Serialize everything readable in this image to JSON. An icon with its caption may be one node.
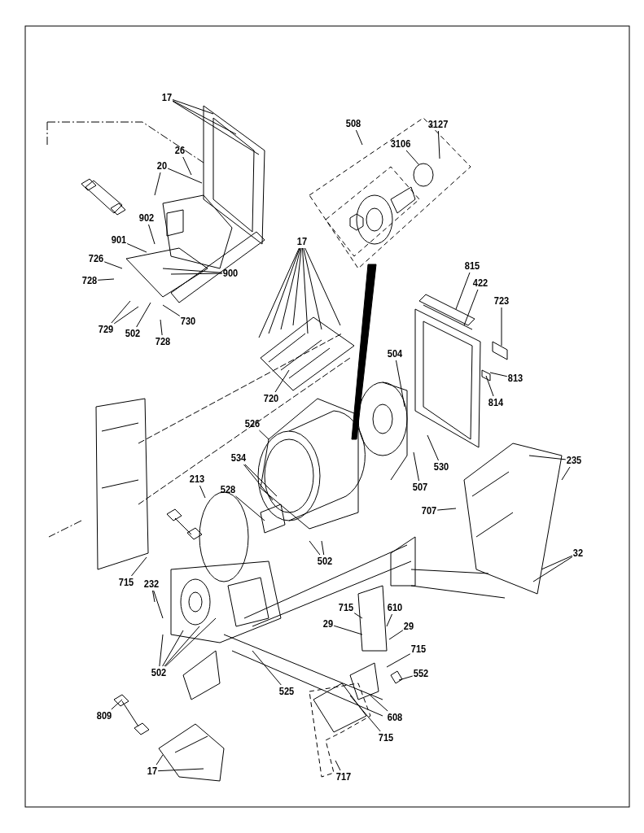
{
  "diagram": {
    "nodes": [
      {
        "text": [
          "17"
        ]
      },
      {
        "text": [
          "26"
        ]
      },
      {
        "text": [
          "20"
        ]
      },
      {
        "text": [
          "902"
        ]
      },
      {
        "text": [
          "901"
        ]
      },
      {
        "text": [
          "726"
        ]
      },
      {
        "text": [
          "900"
        ]
      },
      {
        "text": [
          "728"
        ]
      },
      {
        "text": [
          "729"
        ]
      },
      {
        "text": [
          "502"
        ]
      },
      {
        "text": [
          "730"
        ]
      },
      {
        "text": [
          "728"
        ]
      },
      {
        "text": [
          "508"
        ]
      },
      {
        "text": [
          "3127"
        ]
      },
      {
        "text": [
          "3106"
        ]
      },
      {
        "text": [
          "17"
        ]
      },
      {
        "text": [
          "815"
        ]
      },
      {
        "text": [
          "422"
        ]
      },
      {
        "text": [
          "723"
        ]
      },
      {
        "text": [
          "813"
        ]
      },
      {
        "text": [
          "814"
        ]
      },
      {
        "text": [
          "504"
        ]
      },
      {
        "text": [
          "720"
        ]
      },
      {
        "text": [
          "526"
        ]
      },
      {
        "text": [
          "534"
        ]
      },
      {
        "text": [
          "530"
        ]
      },
      {
        "text": [
          "507"
        ]
      },
      {
        "text": [
          "213"
        ]
      },
      {
        "text": [
          "528"
        ]
      },
      {
        "text": [
          "235"
        ]
      },
      {
        "text": [
          "707"
        ]
      },
      {
        "text": [
          "502"
        ]
      },
      {
        "text": [
          "32"
        ]
      },
      {
        "text": [
          "715"
        ]
      },
      {
        "text": [
          "232"
        ]
      },
      {
        "text": [
          "502"
        ]
      },
      {
        "text": [
          "525"
        ]
      },
      {
        "text": [
          "715"
        ]
      },
      {
        "text": [
          "610"
        ]
      },
      {
        "text": [
          "29"
        ]
      },
      {
        "text": [
          "29"
        ]
      },
      {
        "text": [
          "715"
        ]
      },
      {
        "text": [
          "552"
        ]
      },
      {
        "text": [
          "608"
        ]
      },
      {
        "text": [
          "715"
        ]
      },
      {
        "text": [
          "717"
        ]
      },
      {
        "text": [
          "809"
        ]
      },
      {
        "text": [
          "17"
        ]
      }
    ],
    "edges": [
      {
        "from": 0,
        "to": null,
        "arrow": "none"
      },
      {
        "from": 0,
        "to": null,
        "arrow": "none"
      },
      {
        "from": 0,
        "to": null,
        "arrow": "none"
      },
      {
        "from": 1,
        "to": null,
        "arrow": "none"
      },
      {
        "from": 2,
        "to": null,
        "arrow": "none"
      },
      {
        "from": 2,
        "to": null,
        "arrow": "none"
      },
      {
        "from": 3,
        "to": null,
        "arrow": "none"
      },
      {
        "from": 4,
        "to": null,
        "arrow": "none"
      },
      {
        "from": 5,
        "to": null,
        "arrow": "none"
      },
      {
        "from": 6,
        "to": null,
        "arrow": "none"
      },
      {
        "from": 6,
        "to": null,
        "arrow": "none"
      },
      {
        "from": 7,
        "to": null,
        "arrow": "none"
      },
      {
        "from": 8,
        "to": null,
        "arrow": "none"
      },
      {
        "from": 8,
        "to": null,
        "arrow": "none"
      },
      {
        "from": 9,
        "to": null,
        "arrow": "none"
      },
      {
        "from": 10,
        "to": null,
        "arrow": "none"
      },
      {
        "from": 11,
        "to": null,
        "arrow": "none"
      },
      {
        "from": 12,
        "to": null,
        "arrow": "none"
      },
      {
        "from": 13,
        "to": null,
        "arrow": "none"
      },
      {
        "from": 14,
        "to": null,
        "arrow": "none"
      },
      {
        "from": 15,
        "to": null,
        "arrow": "none"
      },
      {
        "from": 15,
        "to": null,
        "arrow": "none"
      },
      {
        "from": 15,
        "to": null,
        "arrow": "none"
      },
      {
        "from": 15,
        "to": null,
        "arrow": "none"
      },
      {
        "from": 15,
        "to": null,
        "arrow": "none"
      },
      {
        "from": 15,
        "to": null,
        "arrow": "none"
      },
      {
        "from": 15,
        "to": null,
        "arrow": "none"
      },
      {
        "from": 16,
        "to": null,
        "arrow": "none"
      },
      {
        "from": 17,
        "to": null,
        "arrow": "none"
      },
      {
        "from": 18,
        "to": null,
        "arrow": "none"
      },
      {
        "from": 19,
        "to": null,
        "arrow": "none"
      },
      {
        "from": 20,
        "to": null,
        "arrow": "none"
      },
      {
        "from": 21,
        "to": null,
        "arrow": "none"
      },
      {
        "from": 22,
        "to": null,
        "arrow": "none"
      },
      {
        "from": 23,
        "to": null,
        "arrow": "none"
      },
      {
        "from": 24,
        "to": null,
        "arrow": "none"
      },
      {
        "from": 24,
        "to": null,
        "arrow": "none"
      },
      {
        "from": 25,
        "to": null,
        "arrow": "none"
      },
      {
        "from": 26,
        "to": null,
        "arrow": "none"
      },
      {
        "from": 27,
        "to": null,
        "arrow": "none"
      },
      {
        "from": 28,
        "to": null,
        "arrow": "none"
      },
      {
        "from": 29,
        "to": null,
        "arrow": "none"
      },
      {
        "from": 29,
        "to": null,
        "arrow": "none"
      },
      {
        "from": 30,
        "to": null,
        "arrow": "none"
      },
      {
        "from": 31,
        "to": null,
        "arrow": "none"
      },
      {
        "from": 31,
        "to": null,
        "arrow": "none"
      },
      {
        "from": 32,
        "to": null,
        "arrow": "none"
      },
      {
        "from": 32,
        "to": null,
        "arrow": "none"
      },
      {
        "from": 33,
        "to": null,
        "arrow": "none"
      },
      {
        "from": 34,
        "to": null,
        "arrow": "none"
      },
      {
        "from": 34,
        "to": null,
        "arrow": "none"
      },
      {
        "from": 35,
        "to": null,
        "arrow": "none"
      },
      {
        "from": 35,
        "to": null,
        "arrow": "none"
      },
      {
        "from": 35,
        "to": null,
        "arrow": "none"
      },
      {
        "from": 35,
        "to": null,
        "arrow": "none"
      },
      {
        "from": 36,
        "to": null,
        "arrow": "none"
      },
      {
        "from": 37,
        "to": null,
        "arrow": "none"
      },
      {
        "from": 38,
        "to": null,
        "arrow": "none"
      },
      {
        "from": 39,
        "to": null,
        "arrow": "none"
      },
      {
        "from": 40,
        "to": null,
        "arrow": "none"
      },
      {
        "from": 41,
        "to": null,
        "arrow": "none"
      },
      {
        "from": 42,
        "to": null,
        "arrow": "none"
      },
      {
        "from": 43,
        "to": null,
        "arrow": "none"
      },
      {
        "from": 44,
        "to": null,
        "arrow": "none"
      },
      {
        "from": 45,
        "to": null,
        "arrow": "none"
      },
      {
        "from": 46,
        "to": null,
        "arrow": "none"
      },
      {
        "from": 47,
        "to": null,
        "arrow": "none"
      },
      {
        "from": 47,
        "to": null,
        "arrow": "none"
      }
    ]
  }
}
